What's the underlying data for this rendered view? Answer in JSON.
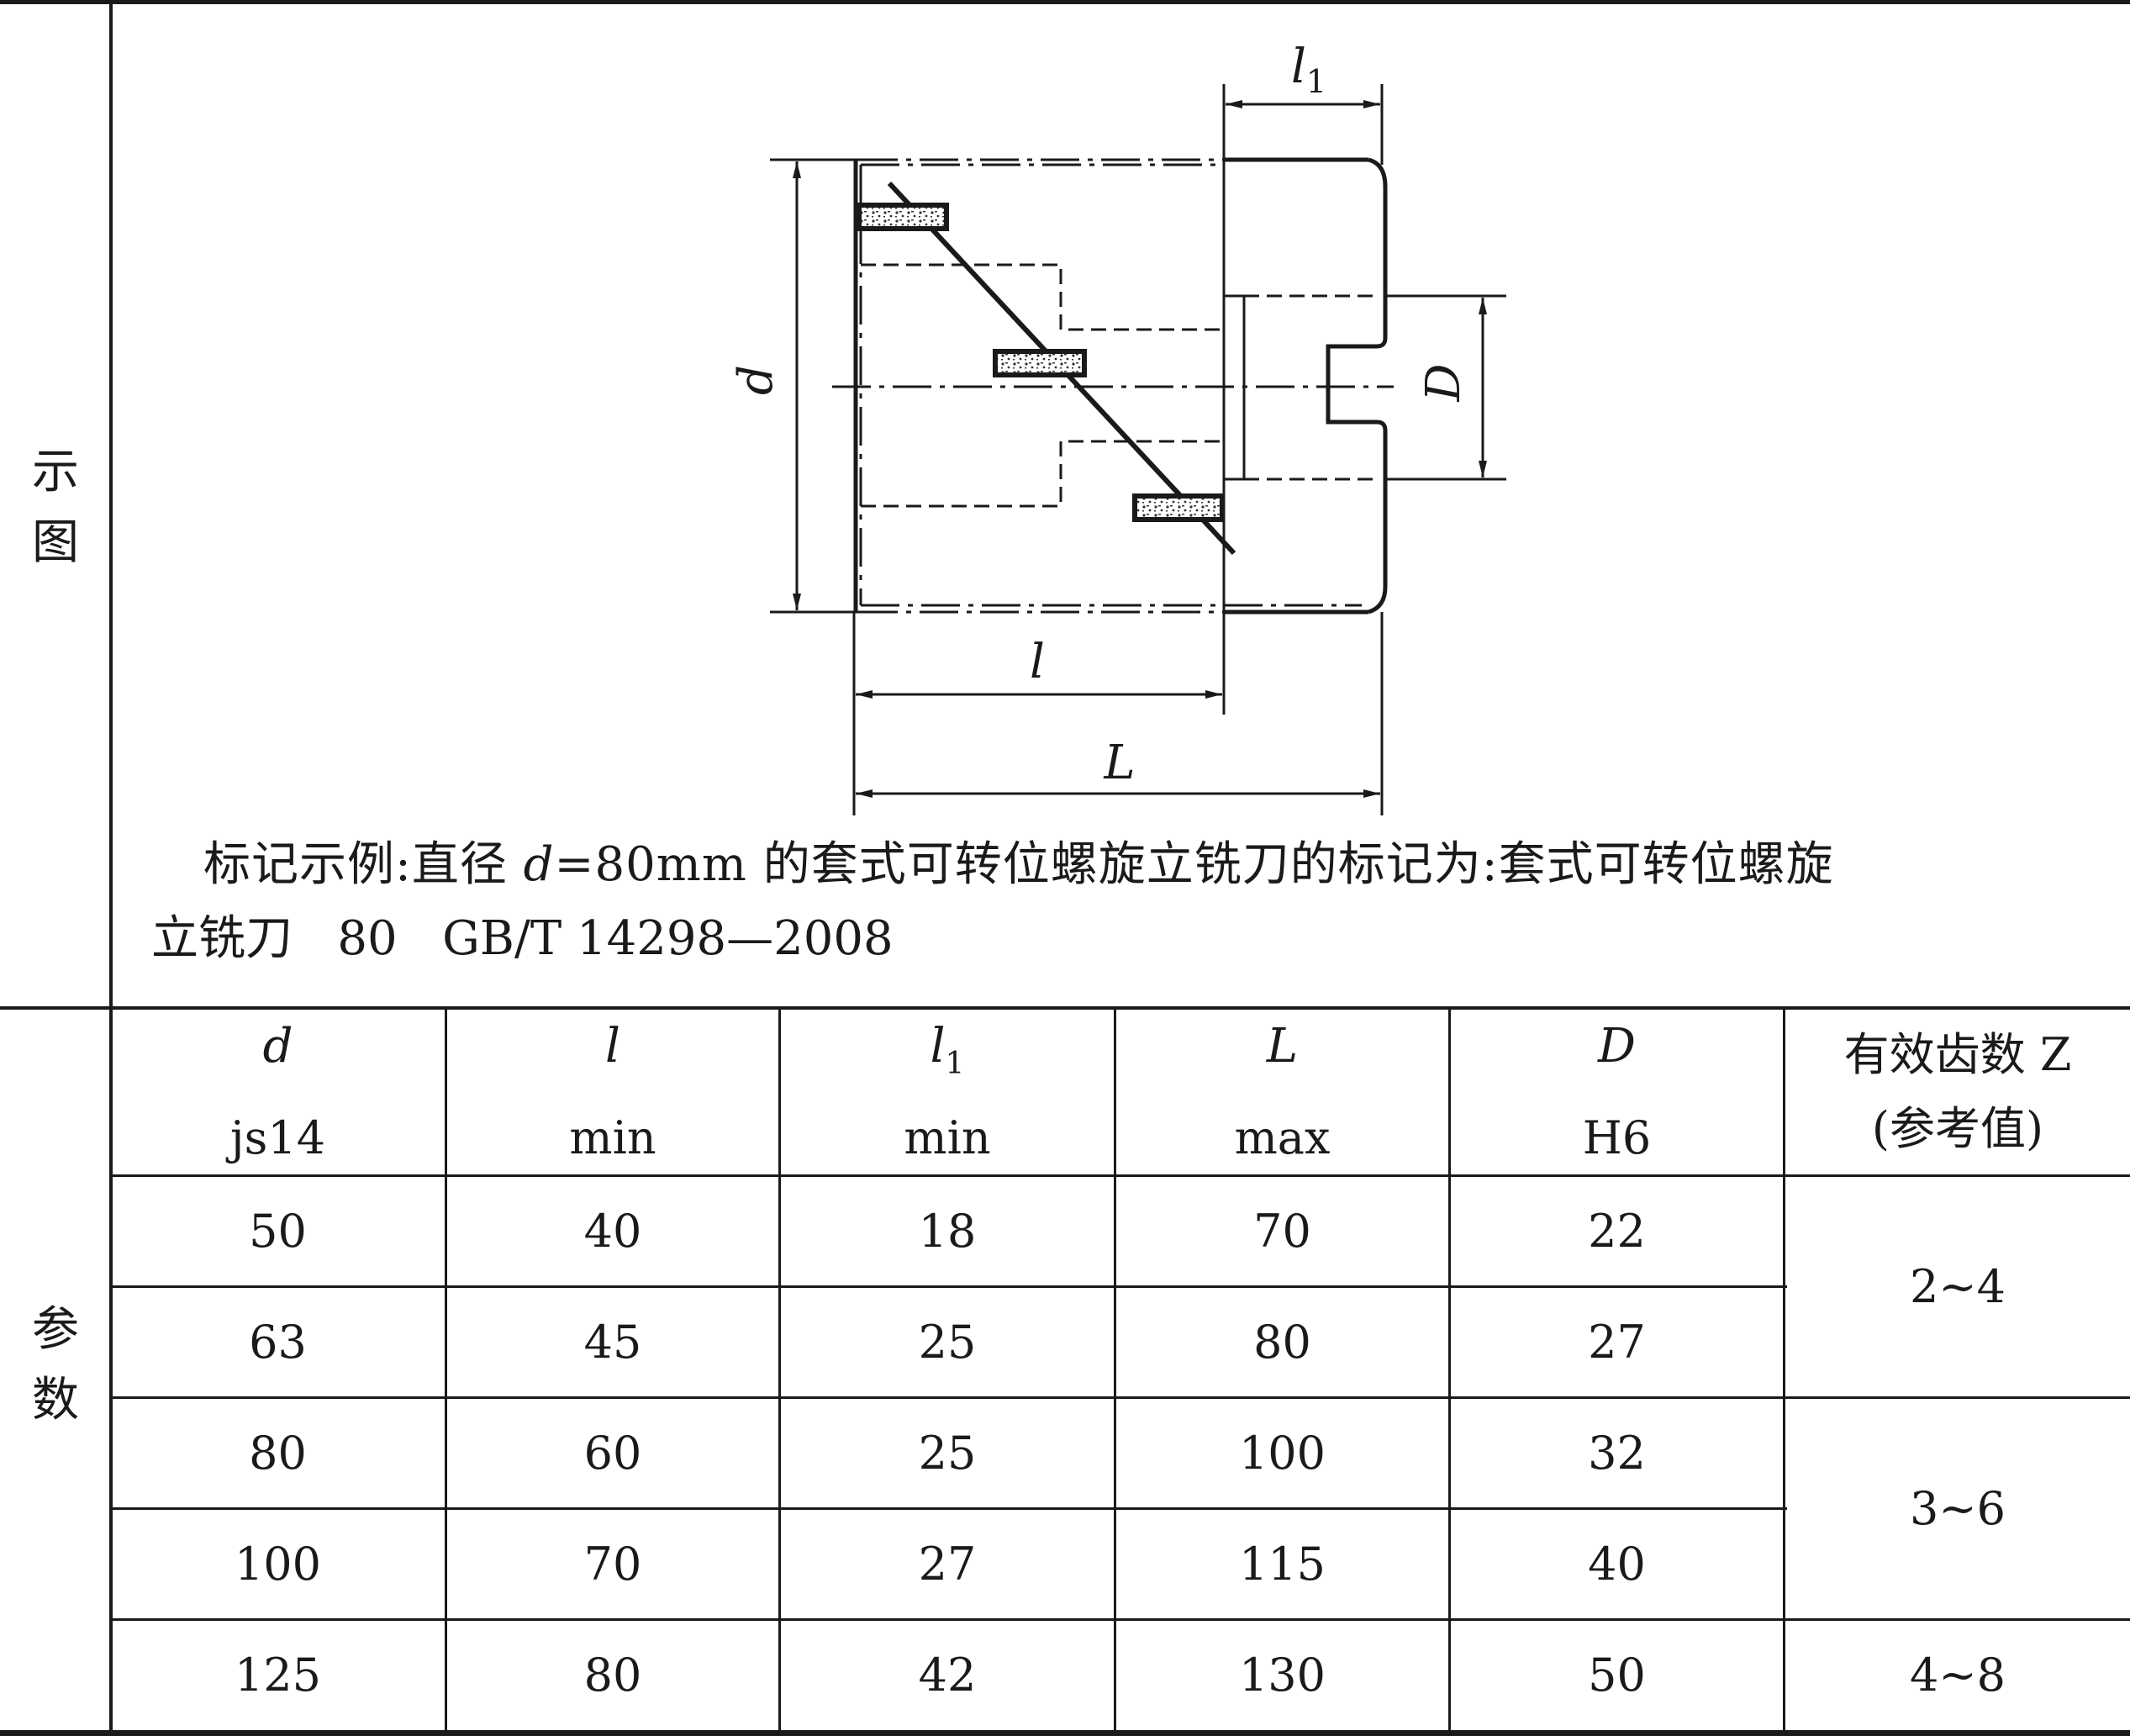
{
  "labels": {
    "diagram": [
      "示",
      "图"
    ],
    "params": [
      "参",
      "数"
    ]
  },
  "diagram": {
    "dim_l1": "l",
    "dim_l1_sub": "1",
    "dim_d": "d",
    "dim_D": "D",
    "dim_l": "l",
    "dim_L": "L"
  },
  "caption": {
    "prefix": "标记示例:直径 ",
    "symbol": "d",
    "suffix": "=80mm 的套式可转位螺旋立铣刀的标记为:套式可转位螺旋",
    "line2": "立铣刀   80   GB/T 14298—2008"
  },
  "table": {
    "headers": [
      {
        "sym": "d",
        "sub": "",
        "tol": "js14"
      },
      {
        "sym": "l",
        "sub": "",
        "tol": "min"
      },
      {
        "sym": "l",
        "sub": "1",
        "tol": "min"
      },
      {
        "sym": "L",
        "sub": "",
        "tol": "max"
      },
      {
        "sym": "D",
        "sub": "",
        "tol": "H6"
      },
      {
        "sym": "有效齿数 Z",
        "sub": "",
        "tol": "(参考值)"
      }
    ],
    "rows": [
      [
        "50",
        "40",
        "18",
        "70",
        "22"
      ],
      [
        "63",
        "45",
        "25",
        "80",
        "27"
      ],
      [
        "80",
        "60",
        "25",
        "100",
        "32"
      ],
      [
        "100",
        "70",
        "27",
        "115",
        "40"
      ],
      [
        "125",
        "80",
        "42",
        "130",
        "50"
      ]
    ],
    "teeth": [
      "2~4",
      "3~6",
      "4~8"
    ]
  }
}
